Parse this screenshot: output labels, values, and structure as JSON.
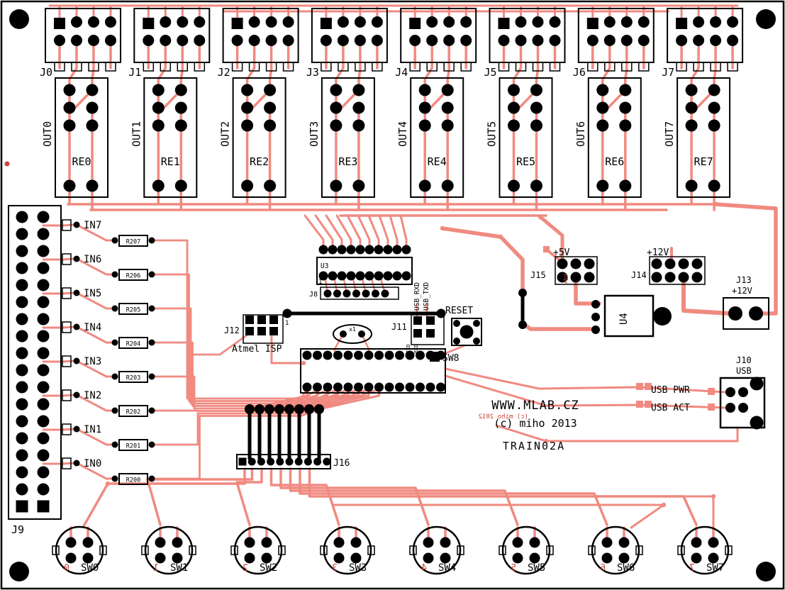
{
  "colors": {
    "bg": "#ffffff",
    "copper": "#f08a80",
    "silk": "#000000",
    "red_text": "#cc4438"
  },
  "title": {
    "site": "WWW.MLAB.CZ",
    "copyright_silk": "(c) miho 2013",
    "board_name": "TRAIN02A",
    "copyright_copper": "(c) miho 2012"
  },
  "channels": [
    {
      "connector": "J0",
      "out": "OUT0",
      "relay": "RE0",
      "switch": "SW0",
      "switch_digit": "0"
    },
    {
      "connector": "J1",
      "out": "OUT1",
      "relay": "RE1",
      "switch": "SW1",
      "switch_digit": "1"
    },
    {
      "connector": "J2",
      "out": "OUT2",
      "relay": "RE2",
      "switch": "SW2",
      "switch_digit": "2"
    },
    {
      "connector": "J3",
      "out": "OUT3",
      "relay": "RE3",
      "switch": "SW3",
      "switch_digit": "3"
    },
    {
      "connector": "J4",
      "out": "OUT4",
      "relay": "RE4",
      "switch": "SW4",
      "switch_digit": "4"
    },
    {
      "connector": "J5",
      "out": "OUT5",
      "relay": "RE5",
      "switch": "SW5",
      "switch_digit": "5"
    },
    {
      "connector": "J6",
      "out": "OUT6",
      "relay": "RE6",
      "switch": "SW6",
      "switch_digit": "6"
    },
    {
      "connector": "J7",
      "out": "OUT7",
      "relay": "RE7",
      "switch": "SW7",
      "switch_digit": "7"
    }
  ],
  "left": {
    "connector": "J9",
    "inputs": [
      {
        "label": "IN7",
        "resistor": "R207"
      },
      {
        "label": "IN6",
        "resistor": "R206"
      },
      {
        "label": "IN5",
        "resistor": "R205"
      },
      {
        "label": "IN4",
        "resistor": "R204"
      },
      {
        "label": "IN3",
        "resistor": "R203"
      },
      {
        "label": "IN2",
        "resistor": "R202"
      },
      {
        "label": "IN1",
        "resistor": "R201"
      },
      {
        "label": "IN0",
        "resistor": "R200"
      }
    ]
  },
  "center": {
    "u3": "U3",
    "pin1": "1",
    "j8": "J8",
    "usb_rxd": "USB_RXD",
    "usb_txd": "USB_TXD",
    "j12": "J12",
    "j12_pin1": "1",
    "isp_label": "Atmel ISP",
    "crystal": "x1",
    "j11": "J11",
    "txd": "TXD",
    "rxd": "RXD",
    "reset": "RESET",
    "sw8": "SW8",
    "j16": "J16"
  },
  "power": {
    "plus5v": "+5V",
    "plus5v_copper": "+5V",
    "j15": "J15",
    "plus12v": "+12V",
    "j14": "J14",
    "u4": "U4",
    "j13": "J13",
    "j13_voltage": "+12V"
  },
  "usb": {
    "j10": "J10",
    "label": "USB",
    "pwr": "USB PWR",
    "act": "USB ACT"
  }
}
